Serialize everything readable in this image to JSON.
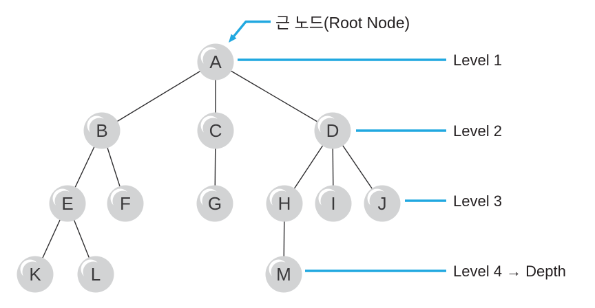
{
  "figure": {
    "root_annotation": "근 노드(Root Node)",
    "level_labels": [
      {
        "label": "Level 1"
      },
      {
        "label": "Level 2"
      },
      {
        "label": "Level 3"
      },
      {
        "label": "Level 4 → Depth"
      }
    ],
    "nodes": [
      {
        "id": "A",
        "label": "A",
        "level": 1,
        "parent": null
      },
      {
        "id": "B",
        "label": "B",
        "level": 2,
        "parent": "A"
      },
      {
        "id": "C",
        "label": "C",
        "level": 2,
        "parent": "A"
      },
      {
        "id": "D",
        "label": "D",
        "level": 2,
        "parent": "A"
      },
      {
        "id": "E",
        "label": "E",
        "level": 3,
        "parent": "B"
      },
      {
        "id": "F",
        "label": "F",
        "level": 3,
        "parent": "B"
      },
      {
        "id": "G",
        "label": "G",
        "level": 3,
        "parent": "C"
      },
      {
        "id": "H",
        "label": "H",
        "level": 3,
        "parent": "D"
      },
      {
        "id": "I",
        "label": "I",
        "level": 3,
        "parent": "D"
      },
      {
        "id": "J",
        "label": "J",
        "level": 3,
        "parent": "D"
      },
      {
        "id": "K",
        "label": "K",
        "level": 4,
        "parent": "E"
      },
      {
        "id": "L",
        "label": "L",
        "level": 4,
        "parent": "E"
      },
      {
        "id": "M",
        "label": "M",
        "level": 4,
        "parent": "H"
      }
    ],
    "edges": [
      "A-B",
      "A-C",
      "A-D",
      "B-E",
      "B-F",
      "C-G",
      "D-H",
      "D-I",
      "D-J",
      "E-K",
      "E-L",
      "H-M"
    ],
    "colors": {
      "accent_blue": "#21a8e0",
      "node_fill": "#d2d3d4",
      "edge_line": "#2e2d2f",
      "text": "#231f20"
    }
  }
}
